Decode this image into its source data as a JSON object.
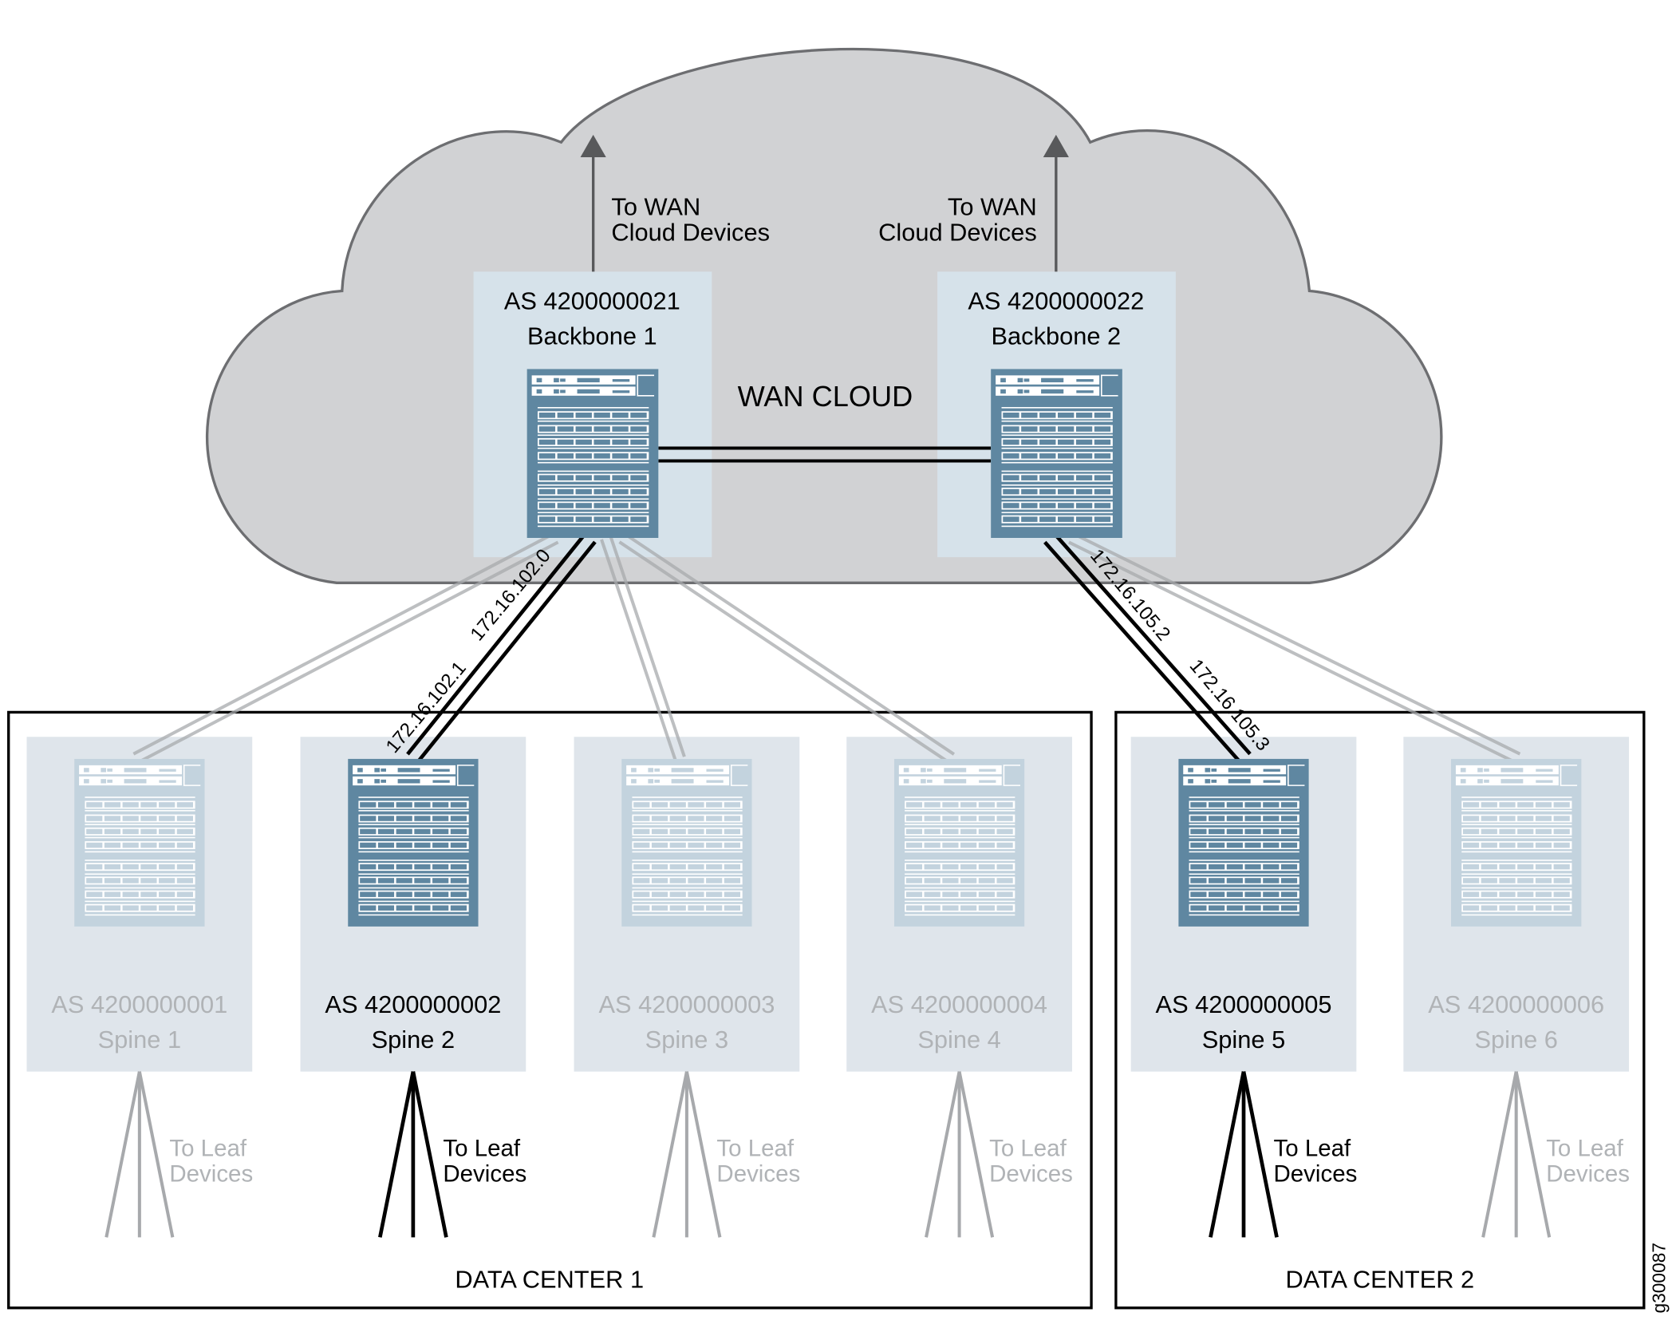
{
  "cloud": {
    "label": "WAN CLOUD"
  },
  "backbones": [
    {
      "as": "AS 4200000021",
      "name": "Backbone 1",
      "wan_line1": "To WAN",
      "wan_line2": "Cloud Devices"
    },
    {
      "as": "AS 4200000022",
      "name": "Backbone 2",
      "wan_line1": "To WAN",
      "wan_line2": "Cloud Devices"
    }
  ],
  "spines": [
    {
      "as": "AS 4200000001",
      "name": "Spine 1",
      "active": false
    },
    {
      "as": "AS 4200000002",
      "name": "Spine 2",
      "active": true
    },
    {
      "as": "AS 4200000003",
      "name": "Spine 3",
      "active": false
    },
    {
      "as": "AS 4200000004",
      "name": "Spine 4",
      "active": false
    },
    {
      "as": "AS 4200000005",
      "name": "Spine 5",
      "active": true
    },
    {
      "as": "AS 4200000006",
      "name": "Spine 6",
      "active": false
    }
  ],
  "leaf_label": {
    "line1": "To Leaf",
    "line2": "Devices"
  },
  "links": {
    "bb1_spine2_a": "172.16.102.0",
    "bb1_spine2_b": "172.16.102.1",
    "bb2_spine5_a": "172.16.105.2",
    "bb2_spine5_b": "172.16.105.3"
  },
  "data_centers": [
    "DATA CENTER 1",
    "DATA CENTER 2"
  ],
  "figure_id": "g300087",
  "colors": {
    "cloud": "#d1d2d4",
    "device_active": "#5f87a1",
    "device_inactive": "#c3d3de",
    "text_inactive": "#b0b3b6"
  }
}
